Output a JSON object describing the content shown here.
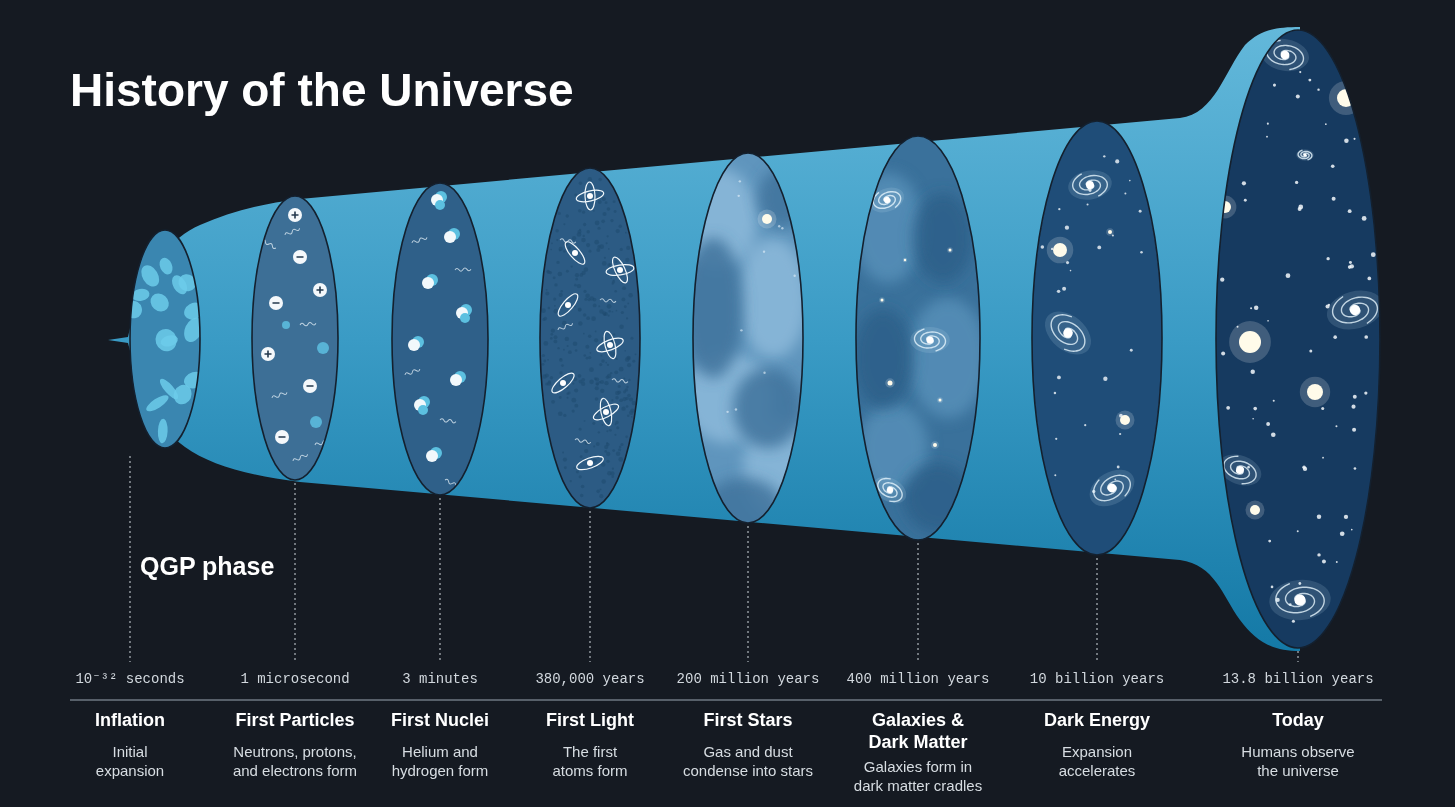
{
  "diagram": {
    "title": "History of the Universe",
    "labels": [
      "QGP phase",
      "10⁻³² seconds",
      "Inflation",
      "Initial expansion",
      "1 microsecond",
      "First Particles",
      "Neutrons, protons, and electrons form",
      "3 minutes",
      "First Nuclei",
      "Helium and hydrogen form",
      "380,000 years",
      "First Light",
      "The first atoms form",
      "200 million years",
      "First Stars",
      "Gas and dust condense into stars",
      "400 million years",
      "Galaxies & Dark Matter",
      "Galaxies form in dark matter cradles",
      "10 billion years",
      "Dark Energy",
      "Expansion accelerates",
      "13.8 billion years",
      "Today",
      "Humans observe the universe"
    ]
  }
}
